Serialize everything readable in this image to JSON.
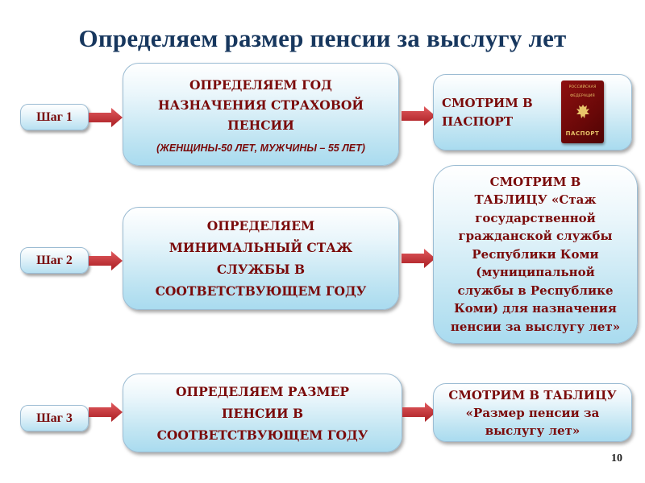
{
  "title": "Определяем размер пенсии за выслугу лет",
  "steps": [
    {
      "label": "Шаг 1",
      "action_lines": [
        "ОПРЕДЕЛЯЕМ ГОД",
        "НАЗНАЧЕНИЯ  СТРАХОВОЙ",
        "ПЕНСИИ"
      ],
      "action_note": "(ЖЕНЩИНЫ-50 ЛЕТ, МУЖЧИНЫ – 55 ЛЕТ)",
      "result_lines": [
        "СМОТРИМ  В",
        "ПАСПОРТ"
      ]
    },
    {
      "label": "Шаг 2",
      "action_lines": [
        "ОПРЕДЕЛЯЕМ",
        "МИНИМАЛЬНЫЙ  СТАЖ",
        "СЛУЖБЫ В",
        "СООТВЕТСТВУЮЩЕМ  ГОДУ"
      ],
      "result_lines": [
        "СМОТРИМ  В",
        "ТАБЛИЦУ «Стаж",
        "государственной",
        "гражданской службы",
        "Республики Коми",
        "(муниципальной",
        "службы в Республике",
        "Коми) для назначения",
        "пенсии за выслугу лет»"
      ]
    },
    {
      "label": "Шаг 3",
      "action_lines": [
        "ОПРЕДЕЛЯЕМ РАЗМЕР",
        "ПЕНСИИ  В",
        "СООТВЕТСТВУЮЩЕМ  ГОДУ"
      ],
      "result_lines": [
        "СМОТРИМ  В ТАБЛИЦУ",
        "«Размер пенсии за",
        "выслугу лет»"
      ]
    }
  ],
  "passport": {
    "top_text_1": "РОССИЙСКАЯ",
    "top_text_2": "ФЕДЕРАЦИЯ",
    "label": "ПАСПОРТ"
  },
  "colors": {
    "title": "#17375e",
    "text": "#7a0a0a",
    "arrow": "#c0262b",
    "box_gradient_bottom": "#a9dbef"
  },
  "icons": [
    "arrow-right-icon",
    "passport-icon",
    "coat-of-arms-icon"
  ],
  "page_number": "10"
}
